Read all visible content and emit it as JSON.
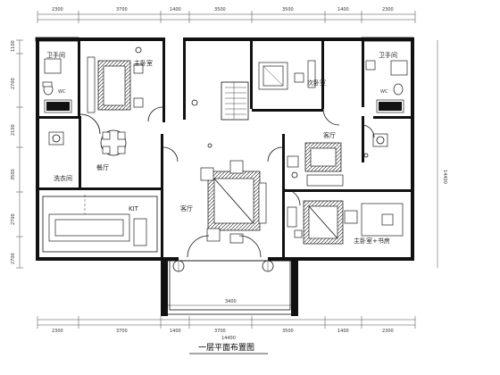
{
  "title": "一层平面布置图",
  "rooms": {
    "wc_left": "卫手间",
    "wc_left_tag": "WC",
    "bedroom_left": "主卧室",
    "dining": "餐厅",
    "laundry": "洗衣间",
    "kitchen": "KIT",
    "living": "客厅",
    "bedroom_mid": "次卧室",
    "wc_right": "卫手间",
    "wc_right_tag": "WC",
    "hall": "客厅",
    "master_bedroom": "主卧室+书房"
  },
  "dimensions": {
    "top": [
      "2300",
      "3700",
      "1400",
      "3500",
      "3500",
      "1400",
      "2300"
    ],
    "bottom": [
      "2300",
      "3700",
      "1400",
      "3700",
      "3500",
      "1400",
      "2300"
    ],
    "bottom_mid": "3400",
    "bottom_total": "14400",
    "left": [
      "1100",
      "2700",
      "2100",
      "3500",
      "2700",
      "2700"
    ],
    "right_total": "14400"
  }
}
